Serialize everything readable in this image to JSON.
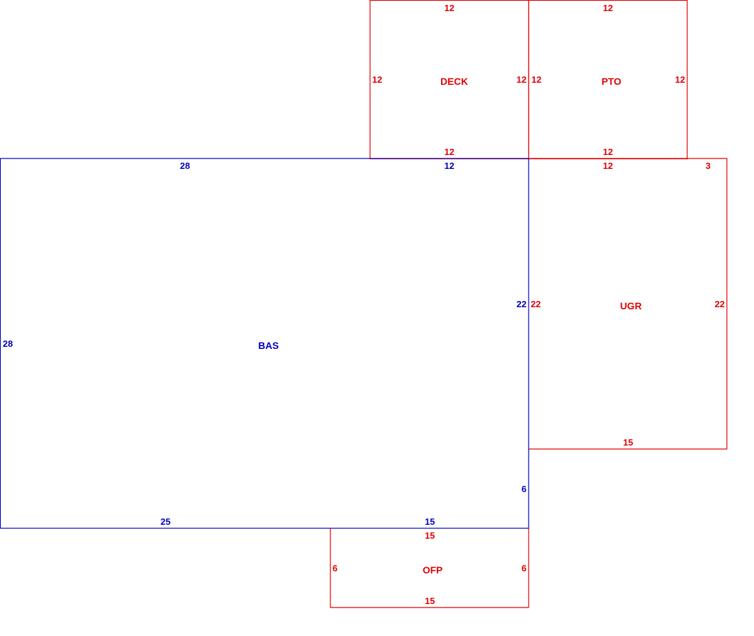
{
  "colors": {
    "main": "#0000c0",
    "addition": "#e00000"
  },
  "areas": {
    "deck": {
      "name": "DECK",
      "top": "12",
      "left": "12",
      "right": "12",
      "bottom": "12"
    },
    "pto": {
      "name": "PTO",
      "top": "12",
      "left": "12",
      "right": "12",
      "bottom": "12"
    },
    "bas": {
      "name": "BAS",
      "top_left": "28",
      "top_right": "12",
      "right_upper": "22",
      "right_lower": "6",
      "left": "28",
      "bottom_left": "25",
      "bottom_right": "15"
    },
    "ugr": {
      "name": "UGR",
      "top": "12",
      "top_right": "3",
      "left": "22",
      "right": "22",
      "bottom": "15"
    },
    "ofp": {
      "name": "OFP",
      "top": "15",
      "left": "6",
      "right": "6",
      "bottom": "15"
    }
  }
}
